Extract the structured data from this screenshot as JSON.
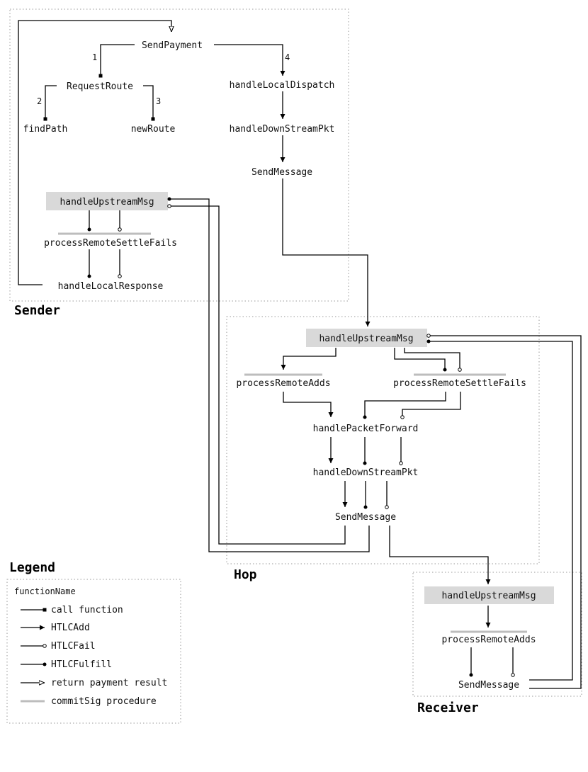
{
  "groups": {
    "sender": "Sender",
    "hop": "Hop",
    "receiver": "Receiver"
  },
  "sender": {
    "send_payment": "SendPayment",
    "request_route": "RequestRoute",
    "find_path": "findPath",
    "new_route": "newRoute",
    "handle_local_dispatch": "handleLocalDispatch",
    "handle_downstream_pkt": "handleDownStreamPkt",
    "send_message": "SendMessage",
    "handle_upstream_msg": "handleUpstreamMsg",
    "process_remote_settle_fails": "processRemoteSettleFails",
    "handle_local_response": "handleLocalResponse",
    "step_1": "1",
    "step_2": "2",
    "step_3": "3",
    "step_4": "4"
  },
  "hop": {
    "handle_upstream_msg": "handleUpstreamMsg",
    "process_remote_adds": "processRemoteAdds",
    "process_remote_settle_fails": "processRemoteSettleFails",
    "handle_packet_forward": "handlePacketForward",
    "handle_downstream_pkt": "handleDownStreamPkt",
    "send_message": "SendMessage"
  },
  "receiver": {
    "handle_upstream_msg": "handleUpstreamMsg",
    "process_remote_adds": "processRemoteAdds",
    "send_message": "SendMessage"
  },
  "legend": {
    "title": "Legend",
    "function_name": "functionName",
    "items": [
      "call function",
      "HTLCAdd",
      "HTLCFail",
      "HTLCFulfill",
      "return payment result",
      "commitSig procedure"
    ]
  }
}
